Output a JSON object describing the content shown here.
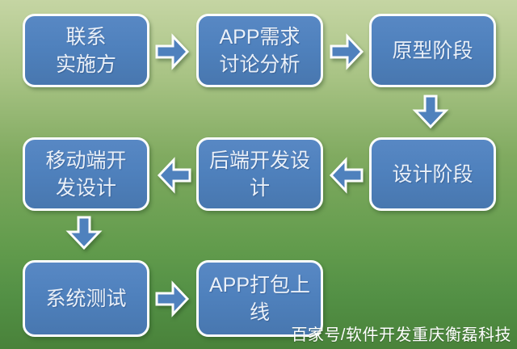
{
  "flowchart": {
    "steps": [
      {
        "label": "联系\n实施方"
      },
      {
        "label": "APP需求\n讨论分析"
      },
      {
        "label": "原型阶段"
      },
      {
        "label": "设计阶段"
      },
      {
        "label": "后端开发设\n计"
      },
      {
        "label": "移动端开\n发设计"
      },
      {
        "label": "系统测试"
      },
      {
        "label": "APP打包上\n线"
      }
    ],
    "arrows": [
      {
        "direction": "right"
      },
      {
        "direction": "right"
      },
      {
        "direction": "down"
      },
      {
        "direction": "left"
      },
      {
        "direction": "left"
      },
      {
        "direction": "down"
      },
      {
        "direction": "right"
      }
    ]
  },
  "watermark": {
    "text": "百家号/软件开发重庆衡磊科技"
  },
  "colors": {
    "box_fill": "#4f81bd",
    "box_border": "#fcfdfc",
    "box_text": "#eaf0f8",
    "arrow_fill": "#4f81bd",
    "arrow_outline": "#fcfdfc",
    "bg_top": "#c5d5a3",
    "bg_bottom": "#49823a",
    "watermark_text": "#ffffff"
  }
}
